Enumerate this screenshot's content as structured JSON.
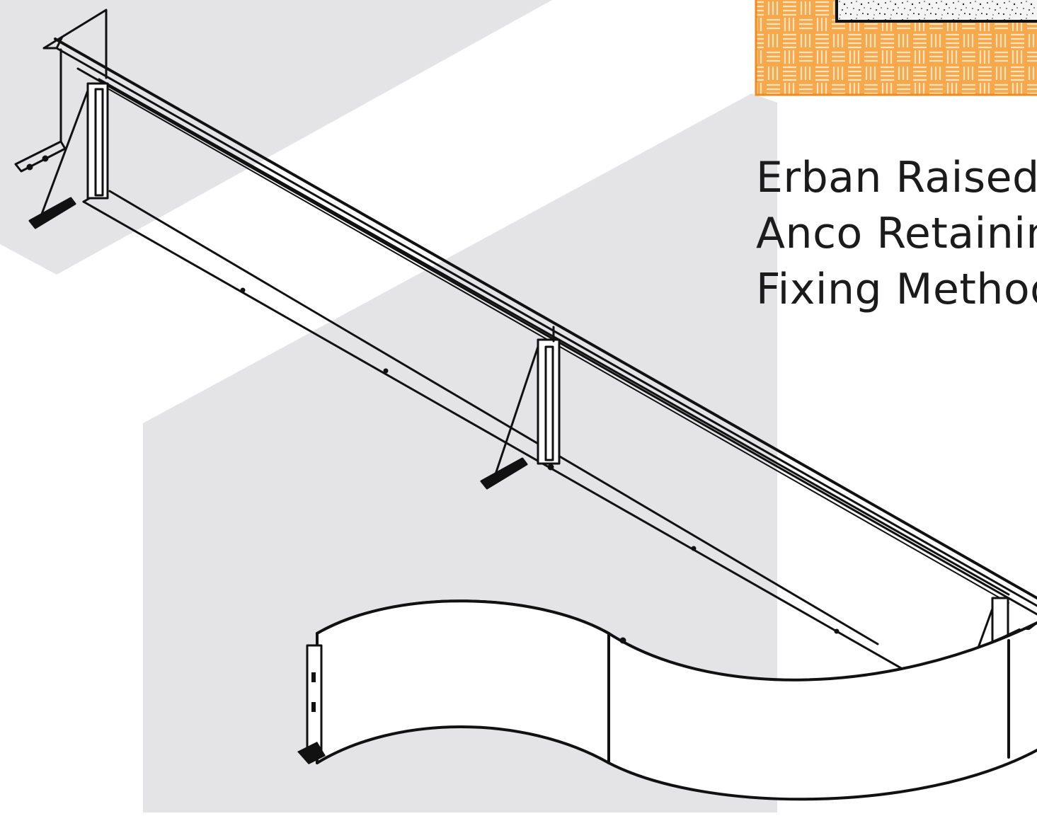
{
  "caption": {
    "lines": [
      "Erban Raised",
      "Anco Retaining",
      "Fixing Method"
    ]
  },
  "colors": {
    "background": "#ffffff",
    "backdrop_gray": "#e4e4e6",
    "line": "#111111",
    "swatch_fill": "#f7a84a",
    "swatch_border": "#ef8a1d",
    "swatch_pattern": "#fde3bf",
    "caption_text": "#1b1b1b"
  }
}
